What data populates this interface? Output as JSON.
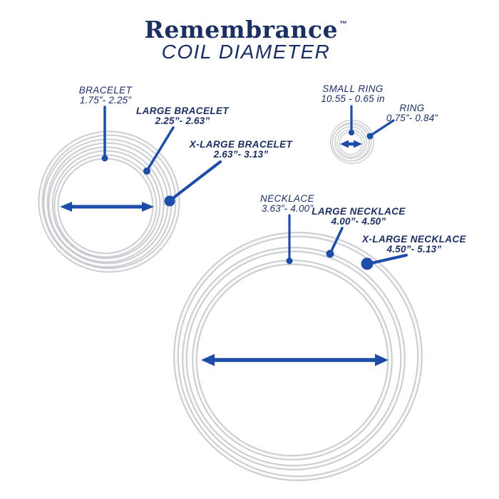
{
  "title": {
    "brand": "Remembrance",
    "trademark": "™",
    "subtitle": "COIL DIAMETER"
  },
  "colors": {
    "text_navy": "#1c2f63",
    "accent_blue": "#1d4da8",
    "ring_silver": "#c3c7cb",
    "background": "#ffffff"
  },
  "labels": {
    "bracelet": {
      "name": "BRACELET",
      "range": "1.75”- 2.25”"
    },
    "large_bracelet": {
      "name": "LARGE BRACELET",
      "range": "2.25”- 2.63”"
    },
    "xlarge_bracelet": {
      "name": "X-LARGE BRACELET",
      "range": "2.63”- 3.13”"
    },
    "small_ring": {
      "name": "SMALL RING",
      "range": "10.55 - 0.65 in"
    },
    "ring": {
      "name": "RING",
      "range": "0.75”- 0.84”"
    },
    "necklace": {
      "name": "NECKLACE",
      "range": "3.63”- 4.00”"
    },
    "large_necklace": {
      "name": "LARGE NECKLACE",
      "range": "4.00”- 4.50”"
    },
    "xlarge_necklace": {
      "name": "X-LARGE NECKLACE",
      "range": "4.50”- 5.13”"
    }
  }
}
